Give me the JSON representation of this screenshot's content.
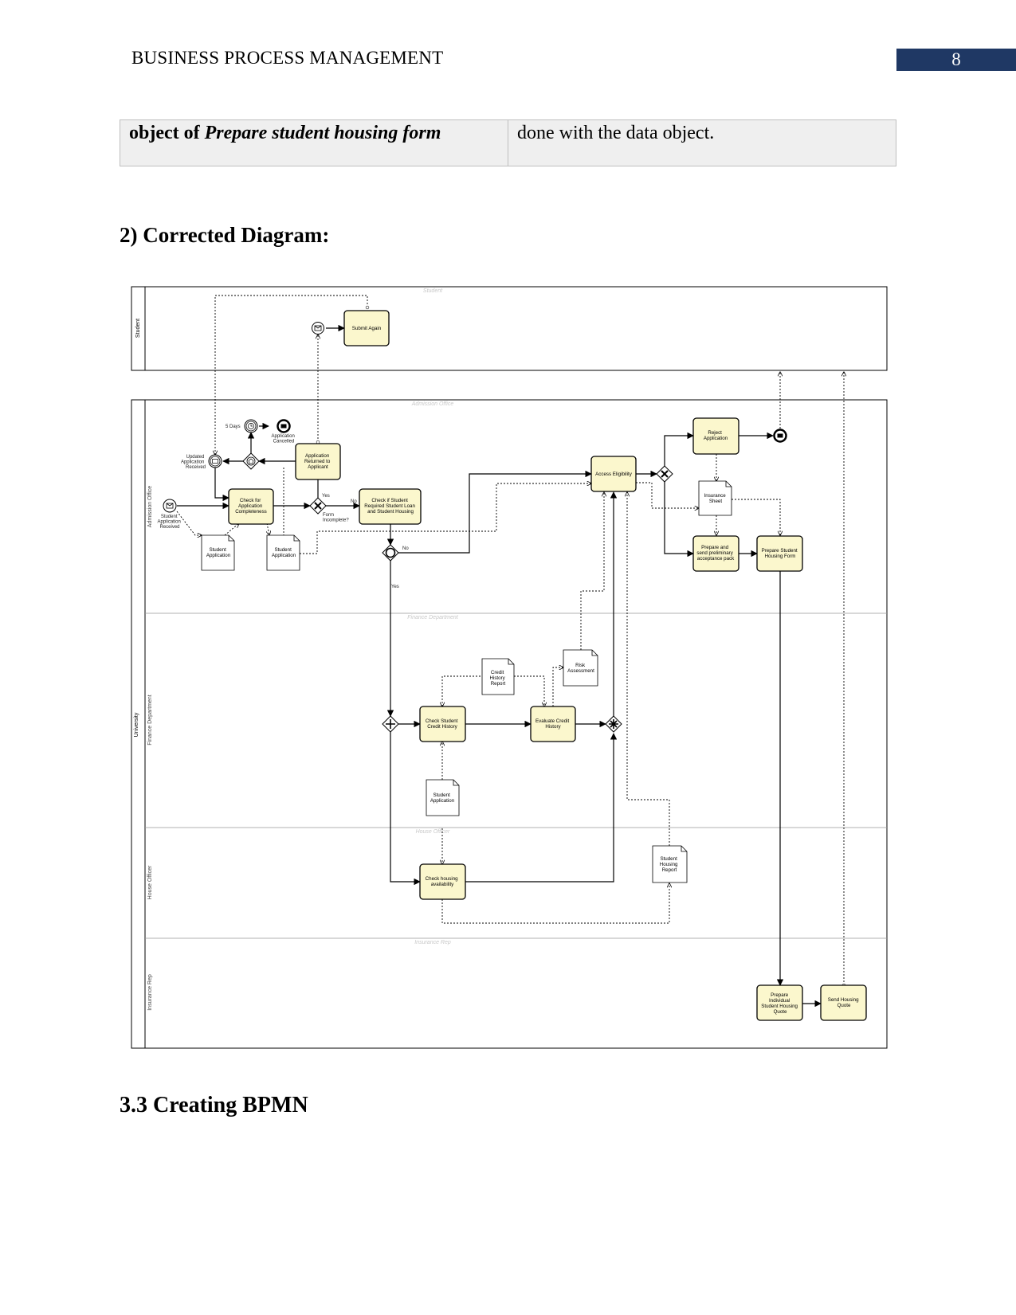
{
  "header": {
    "title": "BUSINESS PROCESS MANAGEMENT",
    "page_number": "8"
  },
  "table": {
    "left_prefix": "object of ",
    "left_emphasis": "Prepare student housing form",
    "right": "done with the data object."
  },
  "headings": {
    "diagram": "2) Corrected Diagram:",
    "next_section": "3.3 Creating BPMN"
  },
  "diagram": {
    "pools": {
      "student": "Student",
      "university": "University"
    },
    "lanes": {
      "admission_office": "Admission Office",
      "finance_department": "Finance Department",
      "house_officer": "House Officer",
      "insurance_rep": "Insurance Rep"
    },
    "lane_watermarks": {
      "student": "Student",
      "admission": "Admission Office",
      "finance": "Finance Department",
      "house": "House Officer",
      "insurance": "Insurance Rep"
    },
    "tasks": {
      "submit_again": "Submit Again",
      "application_returned": [
        "Application",
        "Returned to",
        "Applicant"
      ],
      "check_completeness": [
        "Check for",
        "Application",
        "Completeness"
      ],
      "check_student_loan": [
        "Check if Student",
        "Required Student Loan",
        "and Student Housing"
      ],
      "access_eligibility": "Access Eligibility",
      "reject_application": [
        "Reject",
        "Application"
      ],
      "prepare_preliminary": [
        "Prepare and",
        "send preliminary",
        "acceptance pack"
      ],
      "prepare_housing_form": [
        "Prepare Student",
        "Housing Form"
      ],
      "check_credit_history": [
        "Check Student",
        "Credit History"
      ],
      "evaluate_credit_history": [
        "Evaluate Credit",
        "History"
      ],
      "check_housing": [
        "Check housing",
        "availability"
      ],
      "prepare_individual_quote": [
        "Prepare",
        "Individual",
        "Student Housing",
        "Quote"
      ],
      "send_housing_quote": [
        "Send Housing",
        "Quote"
      ]
    },
    "data_objects": {
      "student_application_1": [
        "Student",
        "Application"
      ],
      "student_application_2": [
        "Student",
        "Application"
      ],
      "student_application_3": [
        "Student",
        "Application"
      ],
      "insurance_sheet": [
        "Insurance",
        "Sheet"
      ],
      "credit_history_report": [
        "Credit",
        "History",
        "Report"
      ],
      "risk_assessment": [
        "Risk",
        "Assessment"
      ],
      "housing_report": [
        "Student",
        "Housing",
        "Report"
      ]
    },
    "event_labels": {
      "five_days": "5 Days",
      "application_cancelled": [
        "Application",
        "Cancelled"
      ],
      "updated_application_received": [
        "Updated",
        "Application",
        "Received"
      ],
      "student_application_received": [
        "Student",
        "Application",
        "Received"
      ]
    },
    "flow_labels": {
      "yes_top": "Yes",
      "no_gw": "No",
      "form_incomplete": [
        "Form",
        "Incomplete?"
      ],
      "no_loan": "No",
      "yes_loan": "Yes"
    }
  }
}
